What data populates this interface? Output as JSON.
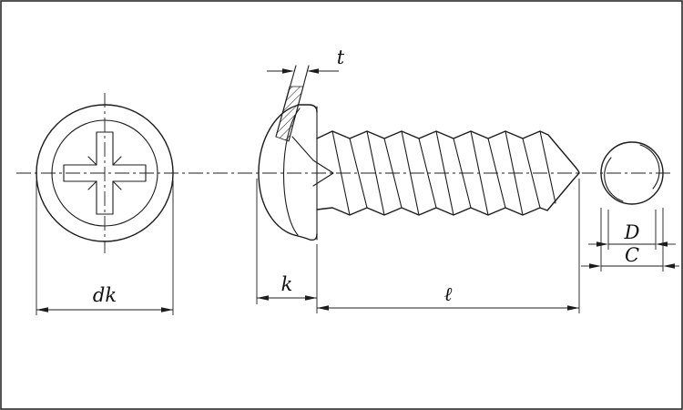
{
  "labels": {
    "t": "t",
    "dk": "dk",
    "k": "k",
    "length": "ℓ",
    "D": "D",
    "C": "C"
  },
  "colors": {
    "line": "#1c1c1c",
    "background": "#ffffff"
  }
}
